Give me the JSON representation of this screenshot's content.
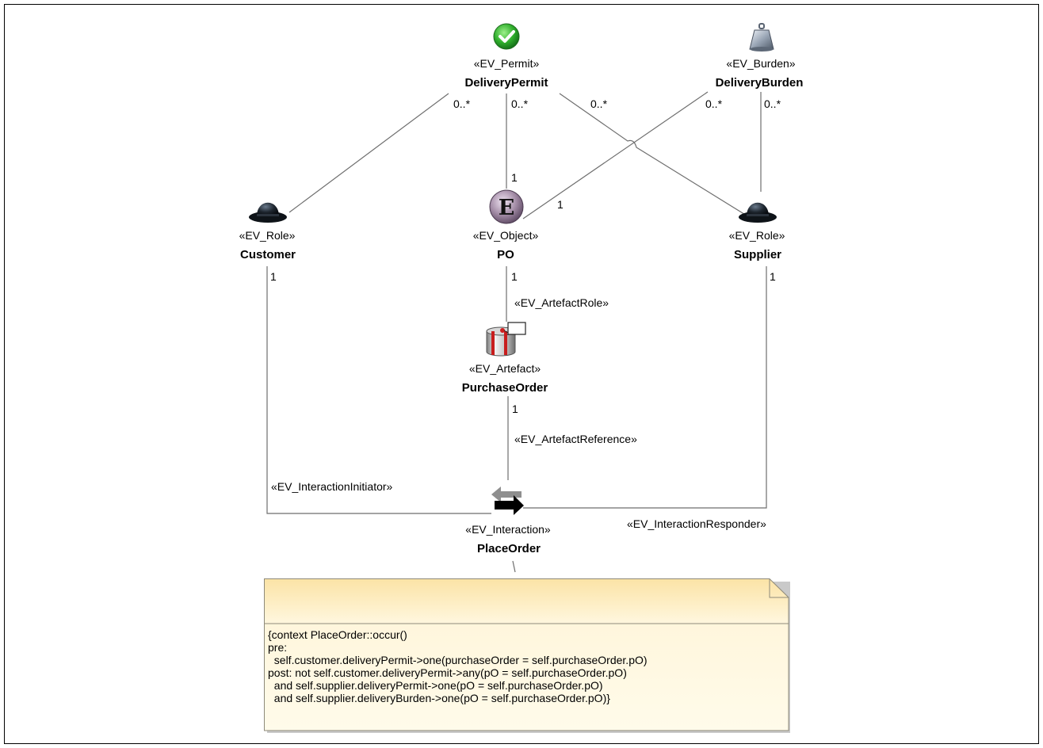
{
  "nodes": {
    "delivery_permit": {
      "stereotype": "«EV_Permit»",
      "name": "DeliveryPermit",
      "icon": "check-circle-icon"
    },
    "delivery_burden": {
      "stereotype": "«EV_Burden»",
      "name": "DeliveryBurden",
      "icon": "weight-icon"
    },
    "customer": {
      "stereotype": "«EV_Role»",
      "name": "Customer",
      "icon": "bowler-hat-icon"
    },
    "po": {
      "stereotype": "«EV_Object»",
      "name": "PO",
      "icon": "object-e-icon"
    },
    "supplier": {
      "stereotype": "«EV_Role»",
      "name": "Supplier",
      "icon": "bowler-hat-icon"
    },
    "purchase_order": {
      "stereotype": "«EV_Artefact»",
      "name": "PurchaseOrder",
      "icon": "artefact-icon"
    },
    "place_order": {
      "stereotype": "«EV_Interaction»",
      "name": "PlaceOrder",
      "icon": "interaction-arrows-icon"
    }
  },
  "edge_labels": {
    "artefact_role": "«EV_ArtefactRole»",
    "artefact_reference": "«EV_ArtefactReference»",
    "interaction_initiator": "«EV_InteractionInitiator»",
    "interaction_responder": "«EV_InteractionResponder»"
  },
  "multiplicities": {
    "permit_customer": "0..*",
    "permit_po": "0..*",
    "permit_supplier": "0..*",
    "burden_po": "0..*",
    "burden_supplier": "0..*",
    "po_from_permit": "1",
    "po_from_burden": "1",
    "customer_bottom": "1",
    "po_bottom": "1",
    "supplier_bottom": "1",
    "purchase_order_bottom": "1"
  },
  "note": {
    "text": "{context PlaceOrder::occur()\npre:\n  self.customer.deliveryPermit->one(purchaseOrder = self.purchaseOrder.pO)\npost: not self.customer.deliveryPermit->any(pO = self.purchaseOrder.pO)\n  and self.supplier.deliveryPermit->one(pO = self.purchaseOrder.pO)\n  and self.supplier.deliveryBurden->one(pO = self.purchaseOrder.pO)}"
  }
}
